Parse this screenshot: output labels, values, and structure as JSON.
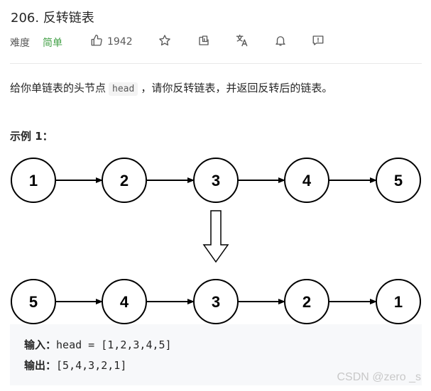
{
  "problem": {
    "title": "206. 反转链表",
    "difficulty_label": "难度",
    "difficulty": "简单",
    "likes": "1942",
    "difficulty_color": "#43a047"
  },
  "toolbar": {
    "icons": [
      "thumbs-up-icon",
      "star-icon",
      "share-icon",
      "translate-icon",
      "bell-icon",
      "feedback-icon"
    ]
  },
  "description": {
    "before": "给你单链表的头节点",
    "code": "head",
    "after": "，请你反转链表，并返回反转后的链表。"
  },
  "example": {
    "title": "示例 1：",
    "input_list": [
      "1",
      "2",
      "3",
      "4",
      "5"
    ],
    "output_list": [
      "5",
      "4",
      "3",
      "2",
      "1"
    ],
    "input_label": "输入：",
    "input_value": "head = [1,2,3,4,5]",
    "output_label": "输出：",
    "output_value": "[5,4,3,2,1]"
  },
  "watermark": "CSDN @zero _s"
}
